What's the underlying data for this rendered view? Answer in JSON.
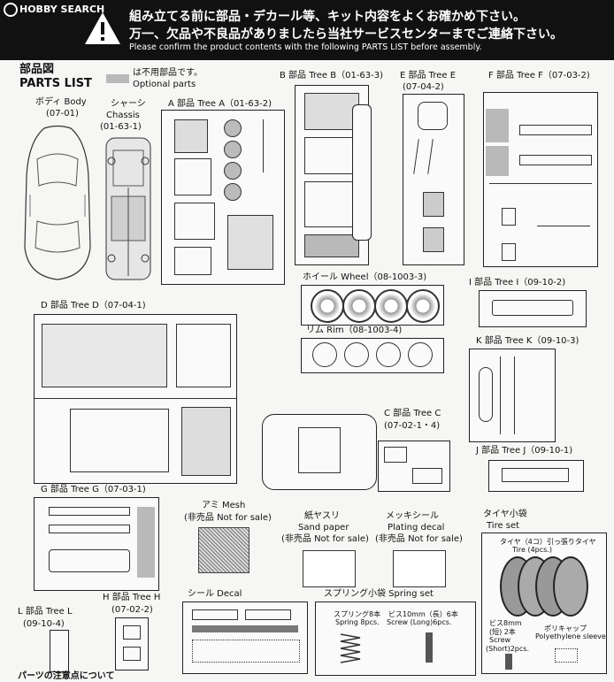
{
  "header": {
    "watermark": "HOBBY SEARCH",
    "line_jp1": "組み立てる前に部品・デカール等、キット内容をよくお確かめ下さい。",
    "line_jp2": "万一、欠品や不良品がありましたら当社サービスセンターまでご連絡下さい。",
    "line_en": "Please confirm the product contents with the following PARTS LIST before assembly."
  },
  "parts_list": {
    "title_jp": "部品図",
    "title_en": "PARTS LIST"
  },
  "legend": {
    "jp": "は不用部品です。",
    "en": "Optional parts"
  },
  "body": {
    "jp": "ボディ Body",
    "code": "(07-01)"
  },
  "chassis": {
    "jp": "シャーシ",
    "en": "Chassis",
    "code": "(01-63-1)"
  },
  "tree_a": {
    "label": "A 部品 Tree A（01-63-2)"
  },
  "tree_b": {
    "label": "B 部品 Tree B（01-63-3)"
  },
  "tree_e": {
    "label": "E 部品 Tree E",
    "code": "(07-04-2)"
  },
  "tree_f": {
    "label": "F 部品 Tree F（07-03-2)"
  },
  "wheel": {
    "label": "ホイール Wheel（08-1003-3)"
  },
  "rim": {
    "label": "リム Rim（08-1003-4)"
  },
  "tree_d": {
    "label": "D 部品 Tree D（07-04-1)"
  },
  "tree_i": {
    "label": "I 部品 Tree I（09-10-2)"
  },
  "tree_k": {
    "label": "K 部品 Tree K（09-10-3)"
  },
  "tree_c": {
    "label": "C 部品 Tree C",
    "code": "(07-02-1・4)"
  },
  "tree_j": {
    "label": "J 部品 Tree J（09-10-1)"
  },
  "tree_g": {
    "label": "G 部品 Tree G（07-03-1)"
  },
  "mesh": {
    "label": "アミ Mesh",
    "note": "(非売品 Not for sale)"
  },
  "sandpaper": {
    "jp": "紙ヤスリ",
    "en": "Sand paper",
    "note": "(非売品 Not for sale)"
  },
  "plating": {
    "jp": "メッキシール",
    "en": "Plating decal",
    "note": "(非売品 Not for sale)"
  },
  "tire_set": {
    "jp": "タイヤ小袋",
    "en": "Tire set",
    "tire_note": "タイヤ（4コ）引っ張りタイヤ",
    "tire_en": "Tire (4pcs.)",
    "screw_jp": "ビス8mm",
    "screw_qty": "(短) 2本",
    "screw_en": "Screw",
    "screw_en2": "(Short)2pcs.",
    "cap_jp": "ポリキャップ",
    "cap_en": "Polyethylene sleeve"
  },
  "tree_h": {
    "label": "H 部品 Tree H",
    "code": "(07-02-2)"
  },
  "tree_l": {
    "label": "L 部品 Tree L",
    "code": "(09-10-4)"
  },
  "decal": {
    "label": "シール Decal"
  },
  "spring_set": {
    "label": "スプリング小袋 Spring set",
    "spring_jp": "スプリング8本",
    "spring_en": "Spring 8pcs.",
    "screw_jp": "ビス10mm（長）6本",
    "screw_en": "Screw (Long)6pcs."
  },
  "bottom_cut": "パーツの注意点について"
}
